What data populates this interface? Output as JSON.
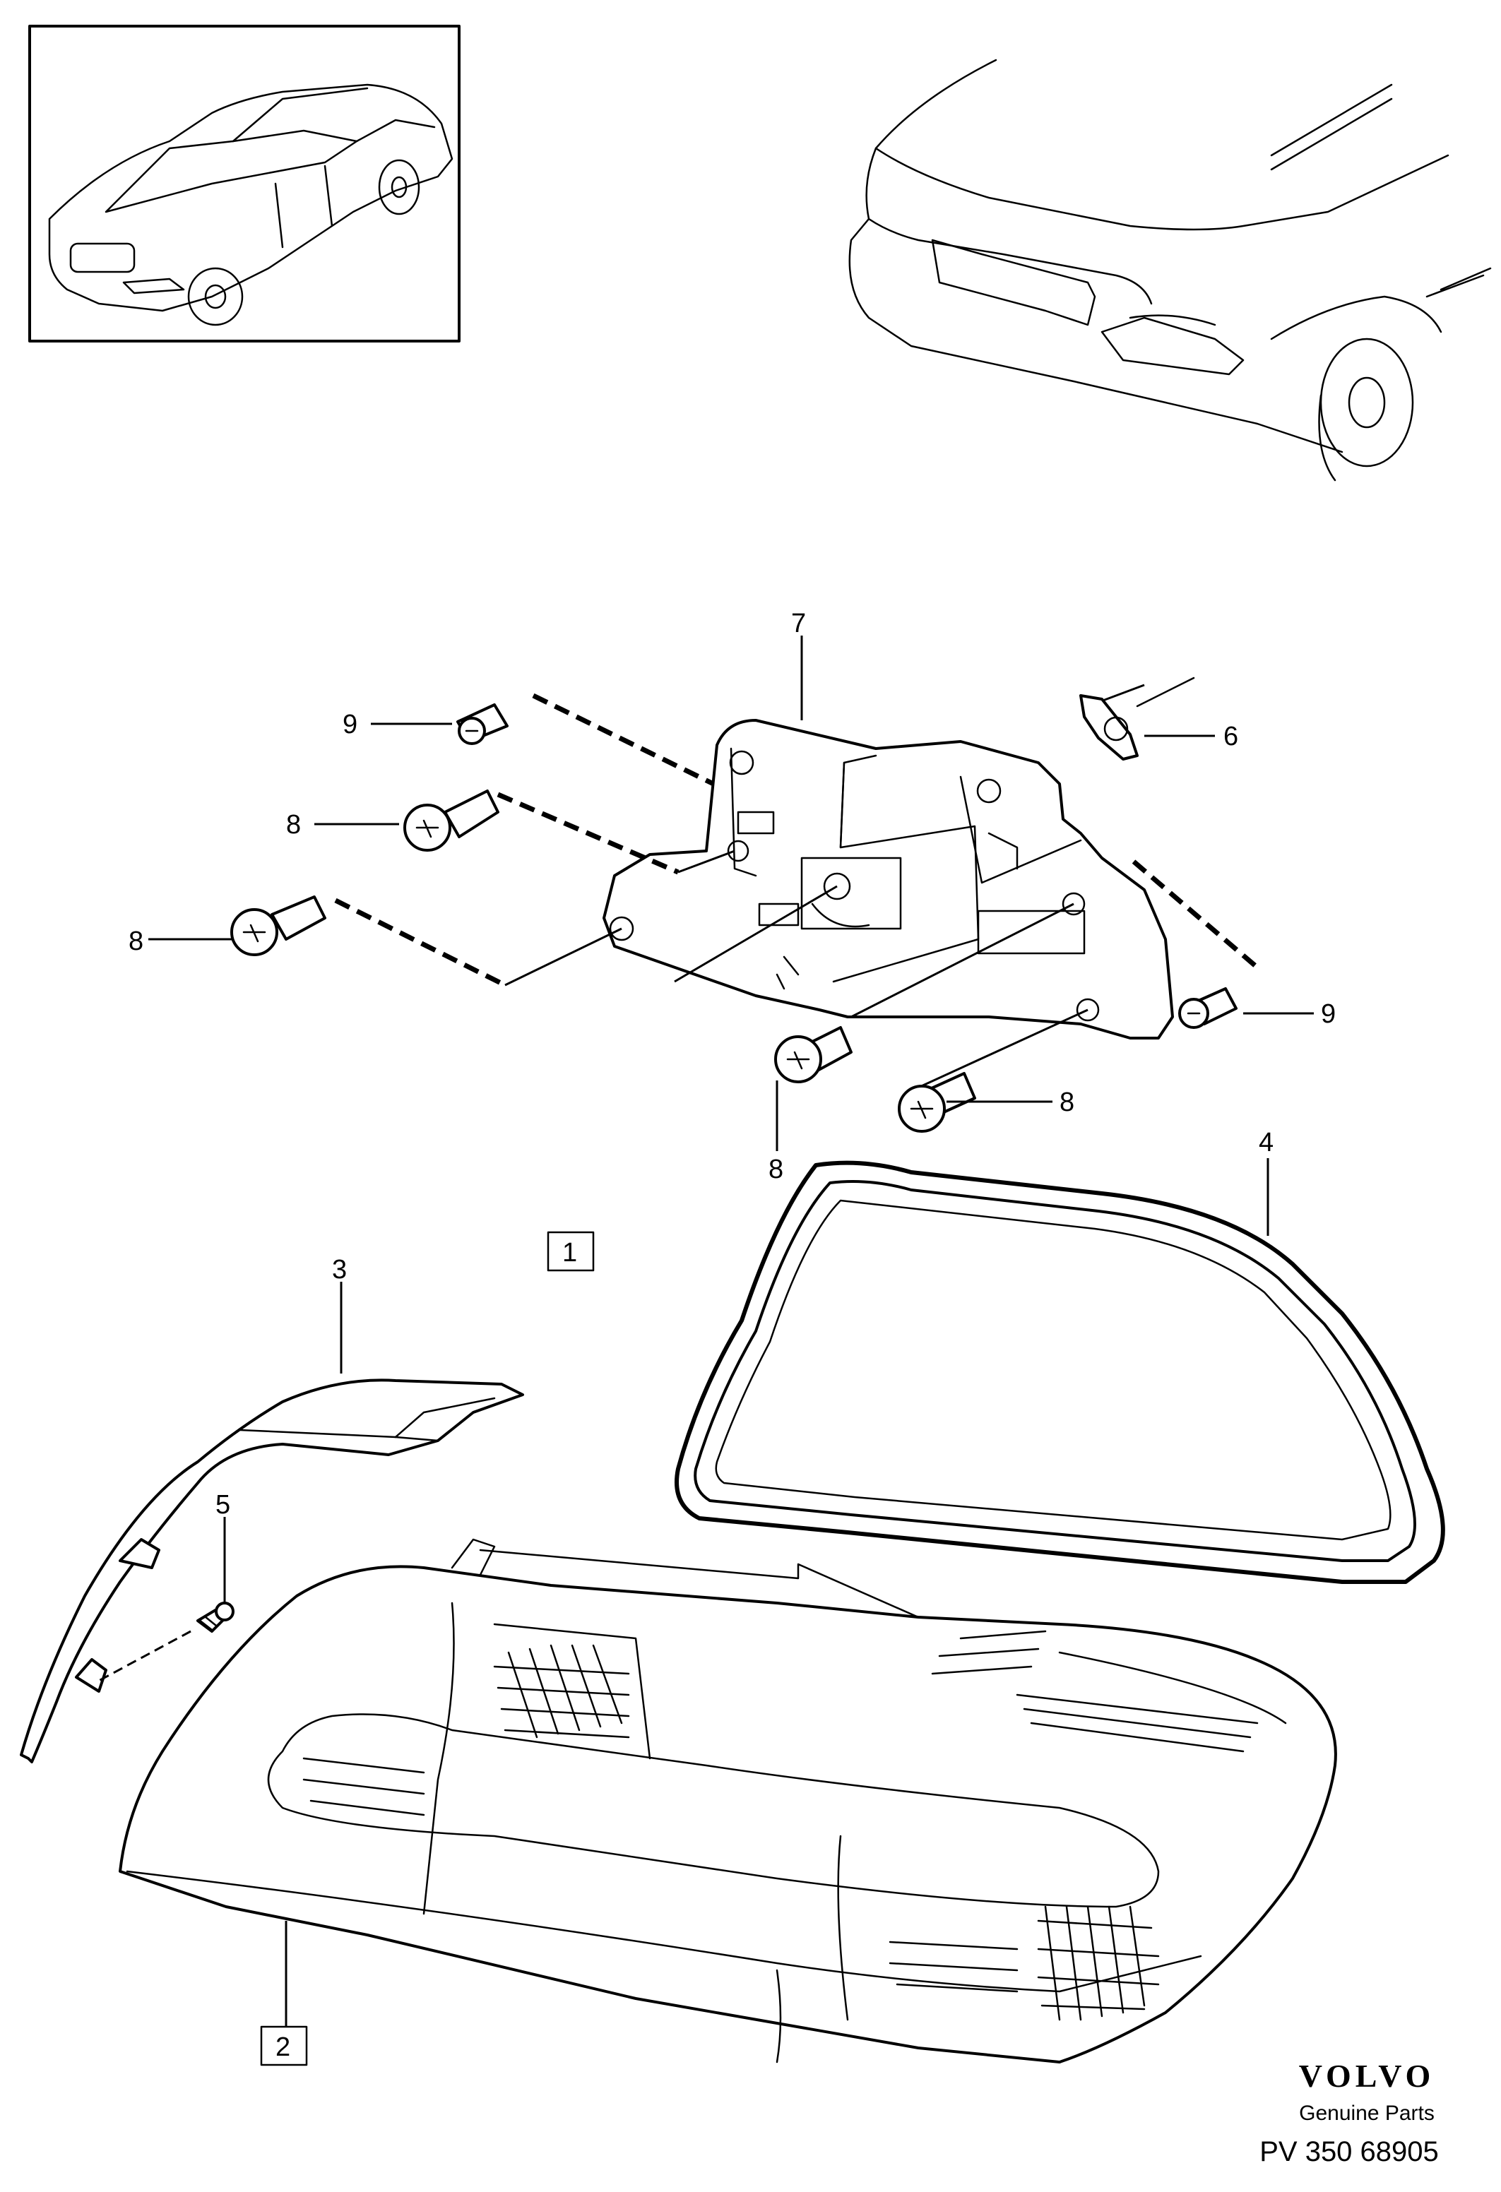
{
  "callouts": {
    "c1": "1",
    "c2": "2",
    "c3": "3",
    "c4": "4",
    "c5": "5",
    "c6": "6",
    "c7": "7",
    "c8a": "8",
    "c8b": "8",
    "c8c": "8",
    "c8d": "8",
    "c9a": "9",
    "c9b": "9"
  },
  "footer": {
    "brand": "VOLVO",
    "subtitle": "Genuine Parts",
    "reference": "PV 350 68905"
  },
  "icons": {
    "overview": "car-overview-icon",
    "location": "car-rear-location-icon"
  }
}
